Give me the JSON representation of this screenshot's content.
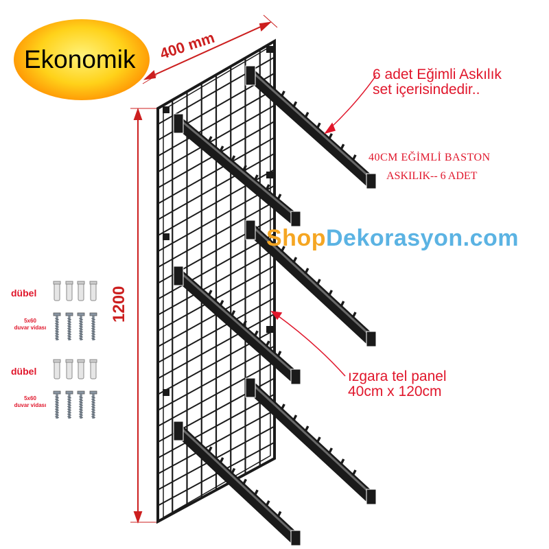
{
  "badge": {
    "label": "Ekonomik"
  },
  "dimensions": {
    "width_label": "400 mm",
    "height_label": "1200"
  },
  "callouts": {
    "hangers_line1": "6 adet Eğimli Askılık",
    "hangers_line2": "set içerisindedir..",
    "baston_line1": "40CM  EĞİMLİ BASTON",
    "baston_line2": "ASKILIK-- 6 ADET",
    "panel_line1": "ızgara tel panel",
    "panel_line2": "40cm x 120cm"
  },
  "brand": {
    "part1": "Shop",
    "part2": "Dekorasyon.com"
  },
  "hardware": {
    "dubel_label": "dübel",
    "screw_label_line1": "5x60",
    "screw_label_line2": "duvar vidası"
  },
  "colors": {
    "annotation_red": "#e0162b",
    "panel_black": "#1a1a1a",
    "brand_orange": "#f5a623",
    "brand_blue": "#5bb3e3"
  }
}
